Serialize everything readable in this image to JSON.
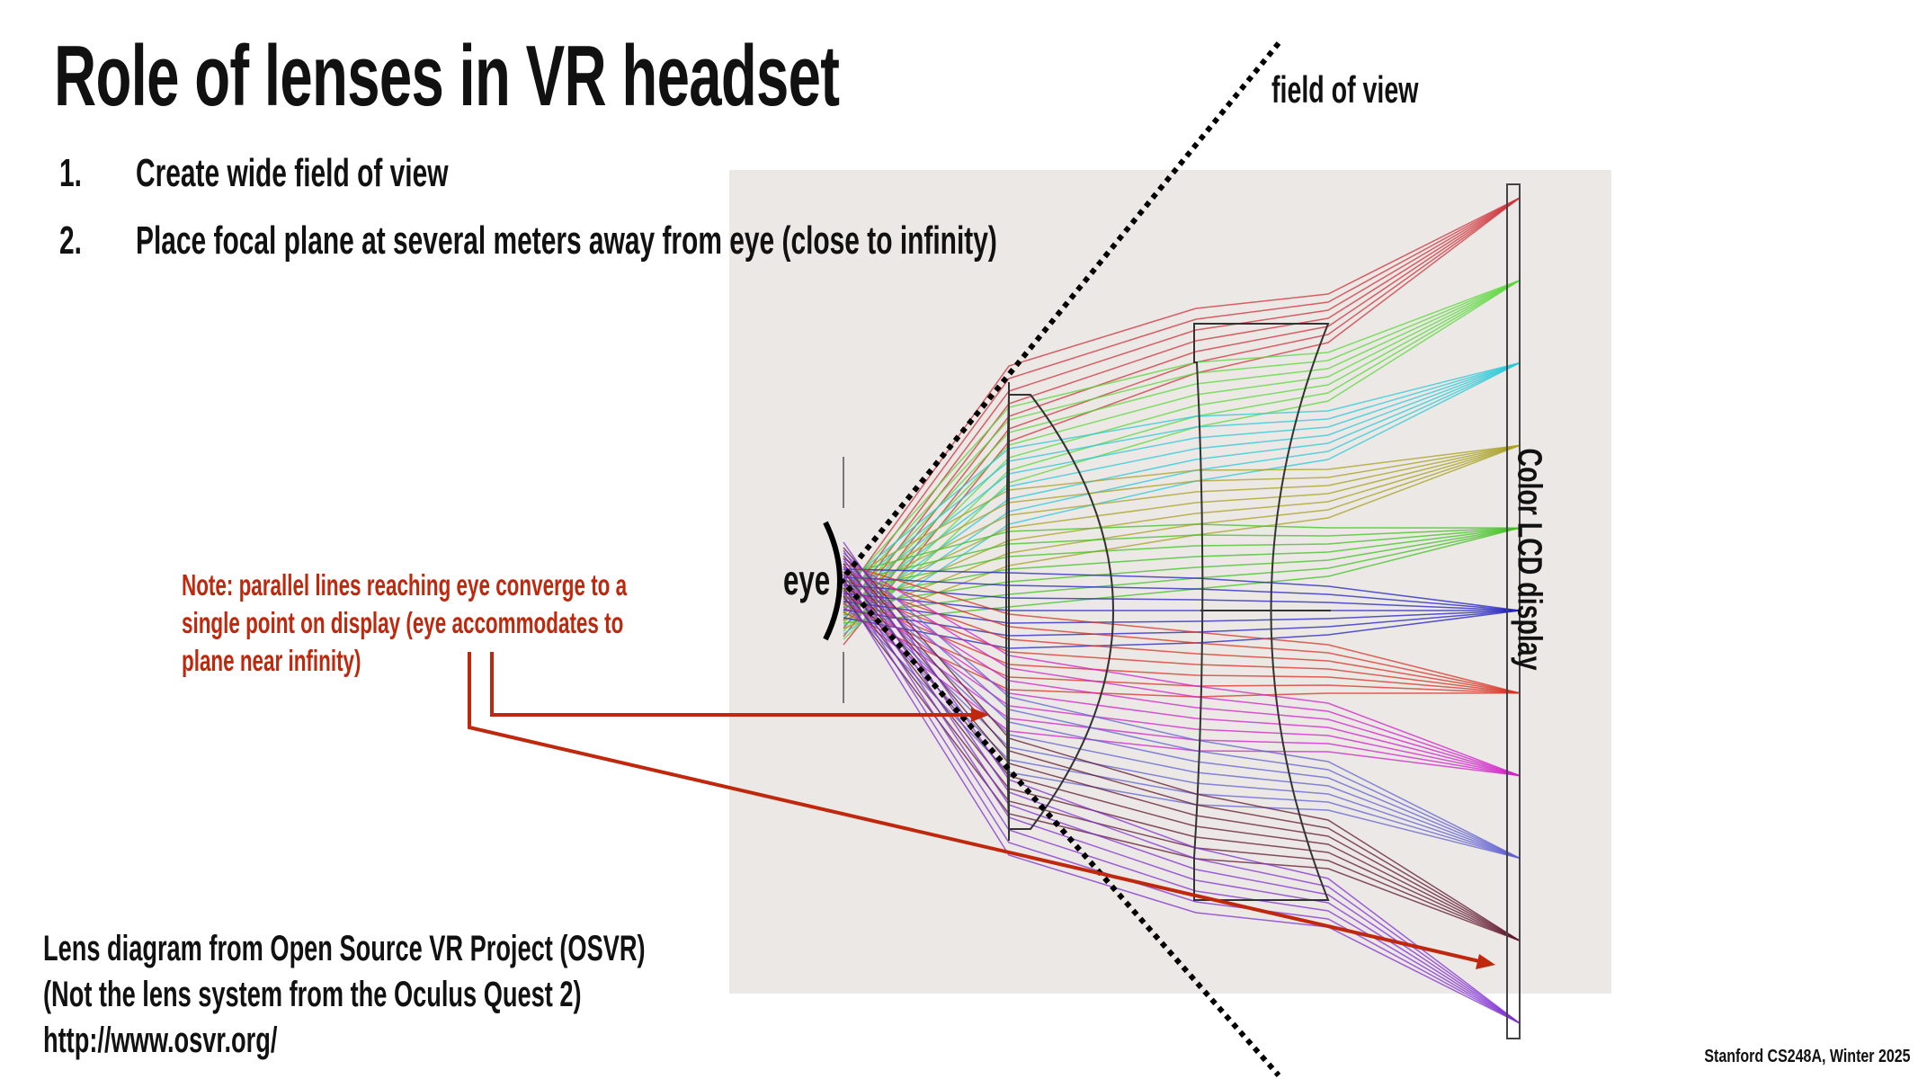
{
  "title": "Role of lenses in VR headset",
  "list": [
    {
      "num": "1.",
      "text": "Create wide field of view"
    },
    {
      "num": "2.",
      "text": "Place focal plane at several meters away from eye (close to infinity)"
    }
  ],
  "diagram": {
    "field_of_view_label": "field of view",
    "eye_label": "eye",
    "display_label": "Color LCD display",
    "focus_colors": [
      "#d0303a",
      "#5ad83a",
      "#28c8d8",
      "#a8a020",
      "#40c020",
      "#2020c0",
      "#d83020",
      "#d020c8",
      "#6060d0",
      "#601830",
      "#8030d0"
    ],
    "arrow_color": "#c0280e"
  },
  "note": [
    "Note: parallel lines reaching eye converge to a",
    "single point on display (eye accommodates to",
    "plane near infinity)"
  ],
  "credit": [
    "Lens diagram from Open Source VR Project (OSVR)",
    "(Not the lens system from the Oculus Quest 2)",
    "http://www.osvr.org/"
  ],
  "footer": "Stanford CS248A, Winter 2025"
}
